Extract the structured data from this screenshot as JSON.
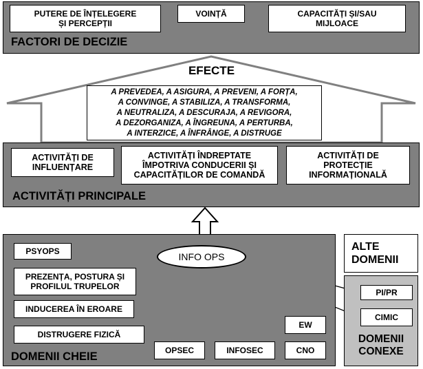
{
  "factors": {
    "title": "FACTORI DE DECIZIE",
    "items": [
      "PUTERE DE ÎNȚELEGERE\nȘI PERCEPȚII",
      "VOINȚĂ",
      "CAPACITĂȚI ȘI/SAU\nMIJLOACE"
    ]
  },
  "effects": {
    "title": "EFECTE",
    "text": "A PREVEDEA, A ASIGURA, A PREVENI, A FORȚA,\nA CONVINGE, A STABILIZA, A TRANSFORMA,\nA NEUTRALIZA, A DESCURAJA, A REVIGORA,\nA DEZORGANIZA, A ÎNGREUNA, A PERTURBA,\nA INTERZICE, A ÎNFRÂNGE, A DISTRUGE"
  },
  "main_activities": {
    "title": "ACTIVITĂȚI PRINCIPALE",
    "items": [
      "ACTIVITĂȚI DE\nINFLUENȚARE",
      "ACTIVITĂȚI ÎNDREPTATE\nÎMPOTRIVA CONDUCERII ȘI\nCAPACITĂȚILOR DE COMANDĂ",
      "ACTIVITĂȚI DE\nPROTECȚIE\nINFORMAȚIONALĂ"
    ]
  },
  "center": {
    "label": "INFO OPS"
  },
  "key_domains": {
    "title": "DOMENII CHEIE",
    "items": [
      "PSYOPS",
      "PREZENȚA, POSTURA ȘI\nPROFILUL TRUPELOR",
      "INDUCEREA ÎN EROARE",
      "DISTRUGERE FIZICĂ",
      "OPSEC",
      "INFOSEC",
      "CNO",
      "EW"
    ]
  },
  "other_domains": {
    "title": "ALTE\nDOMENII"
  },
  "related_domains": {
    "title": "DOMENII\nCONEXE",
    "items": [
      "PI/PR",
      "CIMIC"
    ]
  }
}
